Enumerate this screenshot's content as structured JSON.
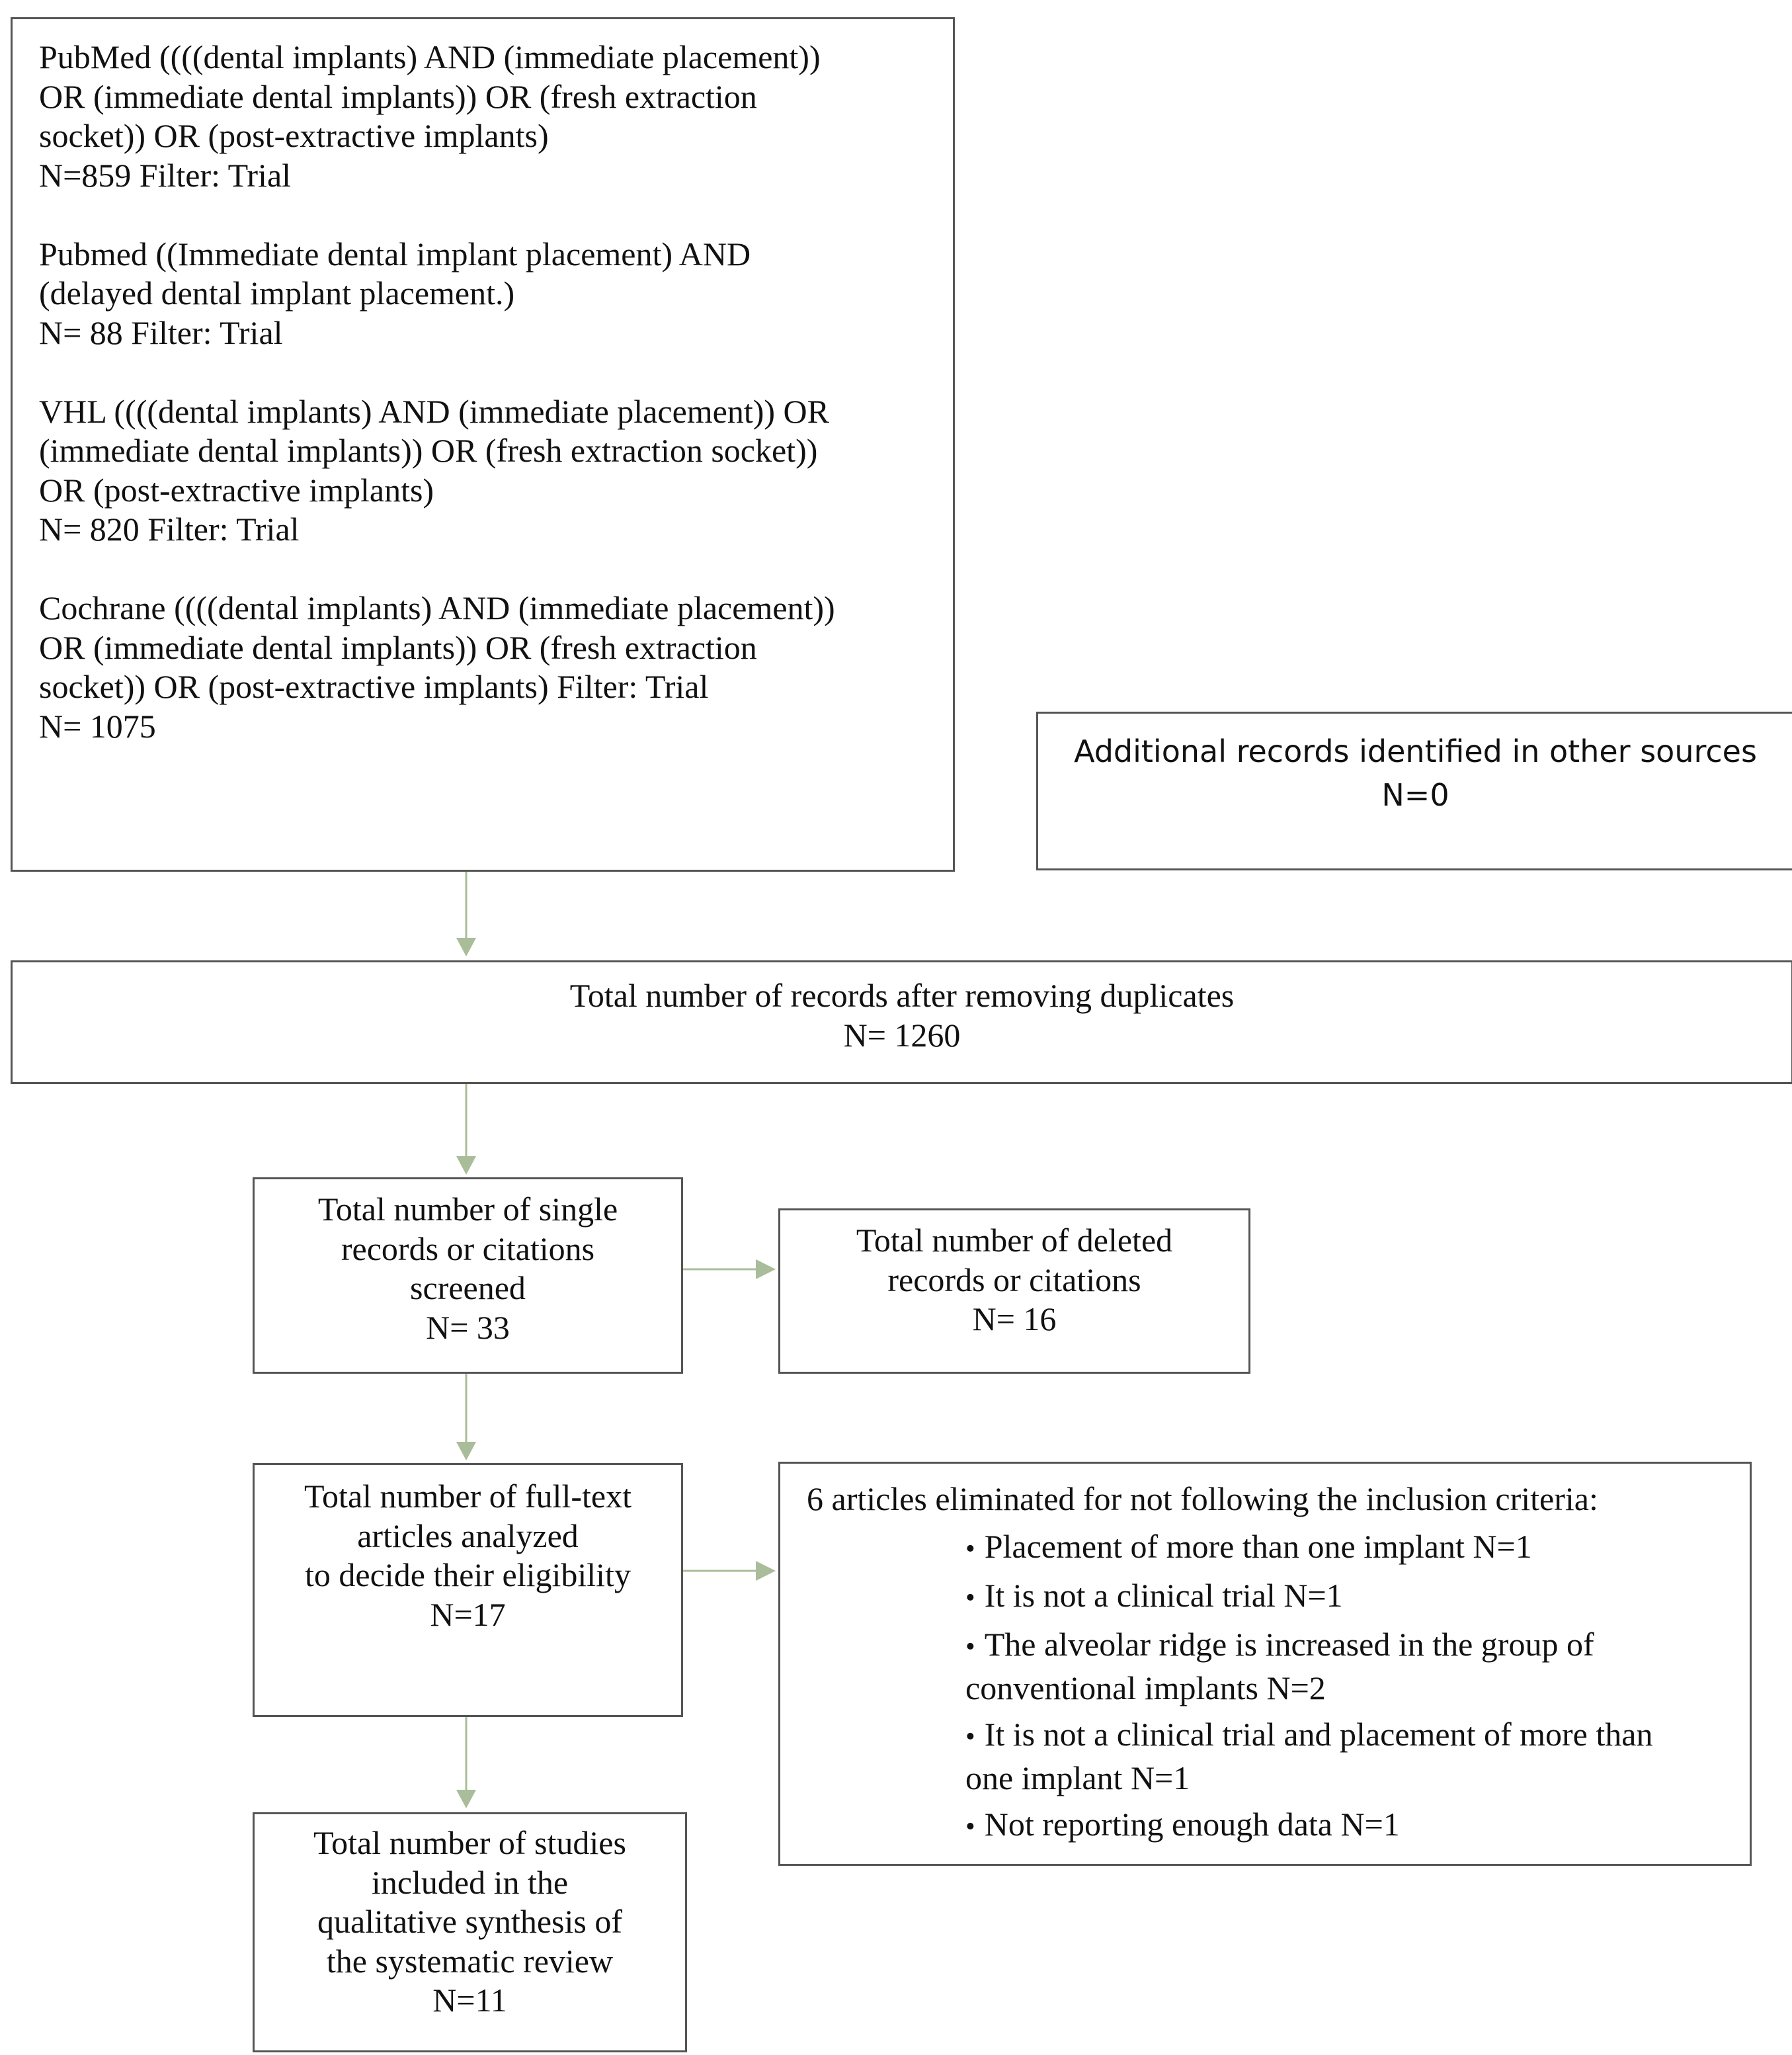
{
  "search": {
    "paragraphs": [
      {
        "lines": [
          "PubMed ((((dental implants) AND (immediate placement))",
          "OR (immediate dental implants)) OR (fresh extraction",
          "socket)) OR (post-extractive implants)",
          "N=859 Filter: Trial"
        ]
      },
      {
        "lines": [
          "Pubmed ((Immediate dental implant placement) AND",
          "(delayed dental implant placement.)",
          "N= 88 Filter: Trial"
        ]
      },
      {
        "lines": [
          "VHL ((((dental implants) AND (immediate placement)) OR",
          "(immediate dental implants)) OR (fresh extraction socket))",
          "OR (post-extractive implants)",
          "N= 820 Filter: Trial"
        ]
      },
      {
        "lines": [
          "Cochrane ((((dental implants) AND (immediate placement))",
          "OR (immediate dental implants)) OR (fresh extraction",
          "socket)) OR (post-extractive implants) Filter: Trial",
          "N= 1075"
        ]
      }
    ]
  },
  "additional": {
    "lines": [
      "Additional records identified in other sources",
      "N=0"
    ]
  },
  "dedup": {
    "lines": [
      "Total number of records after removing duplicates",
      "N= 1260"
    ]
  },
  "screened": {
    "lines": [
      "Total number of single",
      "records or citations",
      "screened",
      "N= 33"
    ]
  },
  "deleted": {
    "lines": [
      "Total number of deleted",
      "records or citations",
      "N= 16"
    ]
  },
  "fulltext": {
    "lines": [
      "Total number of full-text",
      "articles analyzed",
      "to decide their eligibility",
      "N=17"
    ]
  },
  "excluded": {
    "heading": "6 articles eliminated for not following the inclusion criteria:",
    "bullet_symbol": "•",
    "items": [
      {
        "lines": [
          "Placement of more than one implant N=1"
        ]
      },
      {
        "lines": [
          "It is not a clinical trial N=1"
        ]
      },
      {
        "lines": [
          "The alveolar ridge is increased in the group of",
          "conventional implants N=2"
        ]
      },
      {
        "lines": [
          "It is not a clinical trial and placement of more than",
          "one implant N=1"
        ]
      },
      {
        "lines": [
          "Not reporting enough data N=1"
        ]
      }
    ]
  },
  "included": {
    "lines": [
      "Total number of studies",
      "included in the",
      "qualitative synthesis of",
      "the systematic review",
      "N=11"
    ]
  },
  "colors": {
    "arrow": "#a9bd9a",
    "border": "#555555"
  }
}
